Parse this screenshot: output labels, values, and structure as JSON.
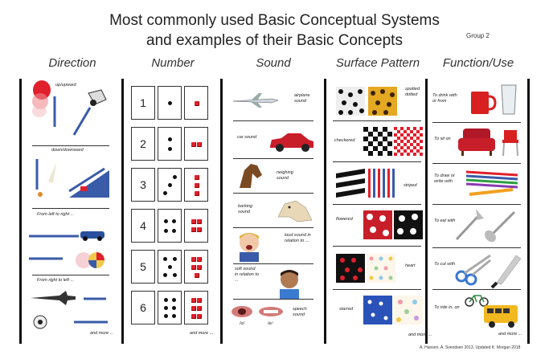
{
  "title_line1": "Most commonly used Basic Conceptual Systems",
  "title_line2": "and examples of their Basic Concepts",
  "group": "Group 2",
  "columns": [
    "Direction",
    "Number",
    "Sound",
    "Surface Pattern",
    "Function/Use"
  ],
  "direction": {
    "up": "up/upward",
    "down": "down/downward",
    "ltr": "From left to right ...",
    "rtl": "From right to left ...",
    "more": "and more ..."
  },
  "number": {
    "digits": [
      "1",
      "2",
      "3",
      "4",
      "5",
      "6"
    ],
    "more": "and more ..."
  },
  "sound": {
    "airplane": "airplane sound",
    "car": "car sound",
    "neighing": "neighing sound",
    "barking": "barking sound",
    "loud": "loud sound in relation to ...",
    "soft": "soft sound in relation to ...",
    "speech": "speech sound",
    "phoneme1": "/o/",
    "phoneme2": "/e/"
  },
  "pattern": {
    "spotted": "spotted dotted",
    "checkered": "checkered",
    "striped": "striped",
    "flowered": "flowered",
    "heart": "heart",
    "starred": "starred",
    "more": "and more ..."
  },
  "function": {
    "drink": "To drink with or from",
    "sit": "To sit on",
    "draw": "To draw or write with",
    "eat": "To eat with",
    "cut": "To cut with",
    "ride": "To ride in, on",
    "more": "and more ..."
  },
  "footer": "A. Hansen, A. Svendsen 2013, Updated K. Morgan 2018",
  "colors": {
    "accent": "#e0202c",
    "blue": "#3a5ba8",
    "black": "#111111"
  }
}
